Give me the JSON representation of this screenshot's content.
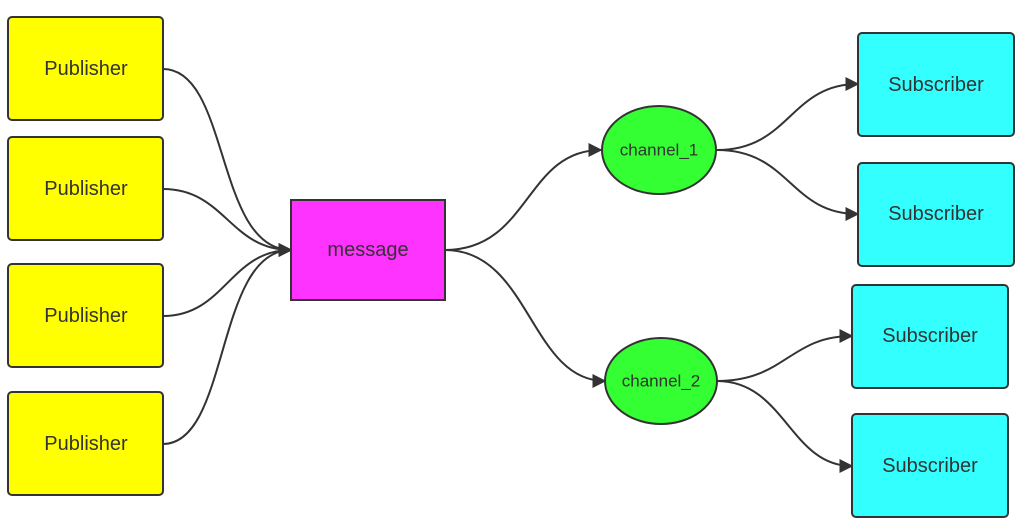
{
  "colors": {
    "publisher": "#ffff00",
    "message": "#ff33ff",
    "channel": "#33ff33",
    "subscriber": "#33ffff",
    "stroke": "#333333",
    "text": "#333333"
  },
  "nodes": {
    "publisher_1": "Publisher",
    "publisher_2": "Publisher",
    "publisher_3": "Publisher",
    "publisher_4": "Publisher",
    "message": "message",
    "channel_1": "channel_1",
    "channel_2": "channel_2",
    "subscriber_1": "Subscriber",
    "subscriber_2": "Subscriber",
    "subscriber_3": "Subscriber",
    "subscriber_4": "Subscriber"
  }
}
